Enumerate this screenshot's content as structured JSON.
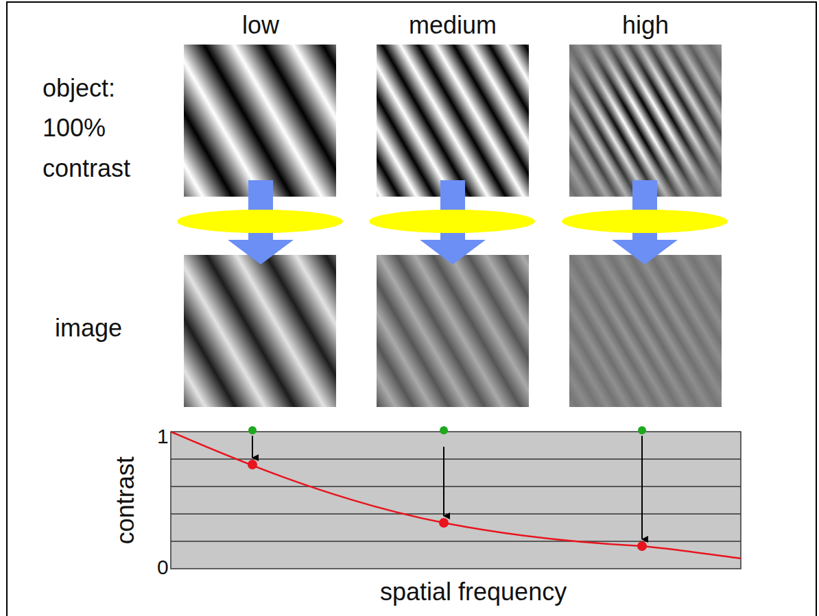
{
  "diagram": {
    "labels": [
      "low",
      "medium",
      "high",
      "object: 100% contrast",
      "image",
      "1",
      "0",
      "contrast",
      "spatial frequency"
    ]
  }
}
